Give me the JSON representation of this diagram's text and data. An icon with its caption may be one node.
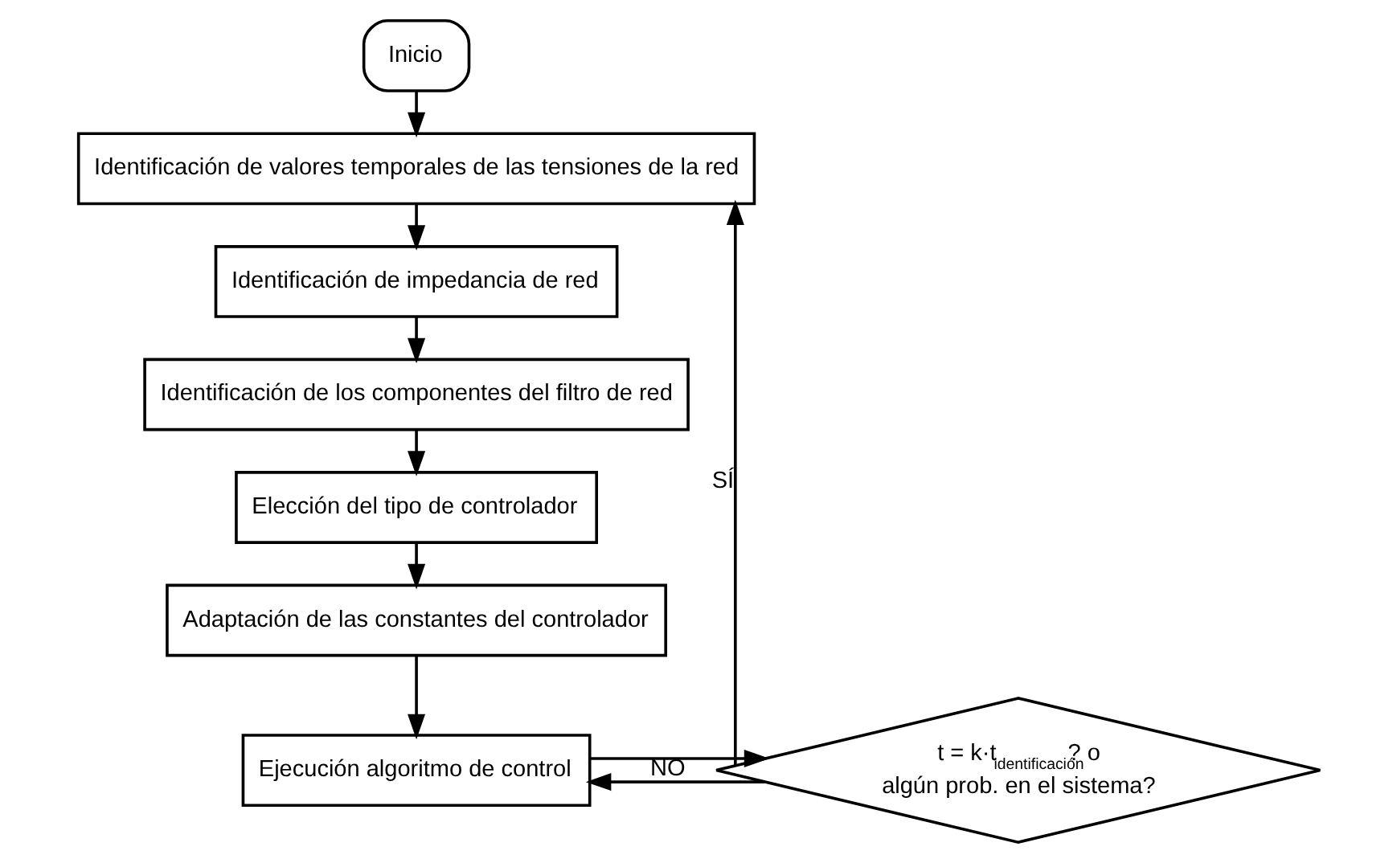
{
  "diagram": {
    "nodes": [
      {
        "text": [
          "Inicio"
        ]
      },
      {
        "text": [
          "Identificación de valores temporales de las tensiones de la red"
        ]
      },
      {
        "text": [
          "Identificación de impedancia de red"
        ]
      },
      {
        "text": [
          "Identificación de los componentes del filtro de red"
        ]
      },
      {
        "text": [
          "Elección del tipo de controlador"
        ]
      },
      {
        "text": [
          "Adaptación de las constantes del controlador"
        ]
      },
      {
        "text": [
          "Ejecución algoritmo de control"
        ]
      },
      {
        "text": [
          "t = k·t$_{identificación}$? o algún prob. en el sistema?"
        ]
      }
    ],
    "edges": [
      {
        "from": 0,
        "to": 1,
        "arrow": "to"
      },
      {
        "from": 1,
        "to": 2,
        "arrow": "to"
      },
      {
        "from": 2,
        "to": 3,
        "arrow": "to"
      },
      {
        "from": 3,
        "to": 4,
        "arrow": "to"
      },
      {
        "from": 4,
        "to": 5,
        "arrow": "to"
      },
      {
        "from": 5,
        "to": 6,
        "arrow": "to"
      },
      {
        "from": 6,
        "to": 7,
        "arrow": "to"
      },
      {
        "from": 7,
        "to": 1,
        "label": "SÍ",
        "arrow": "to"
      },
      {
        "from": 7,
        "to": 6,
        "label": "NO",
        "arrow": "to"
      }
    ]
  }
}
